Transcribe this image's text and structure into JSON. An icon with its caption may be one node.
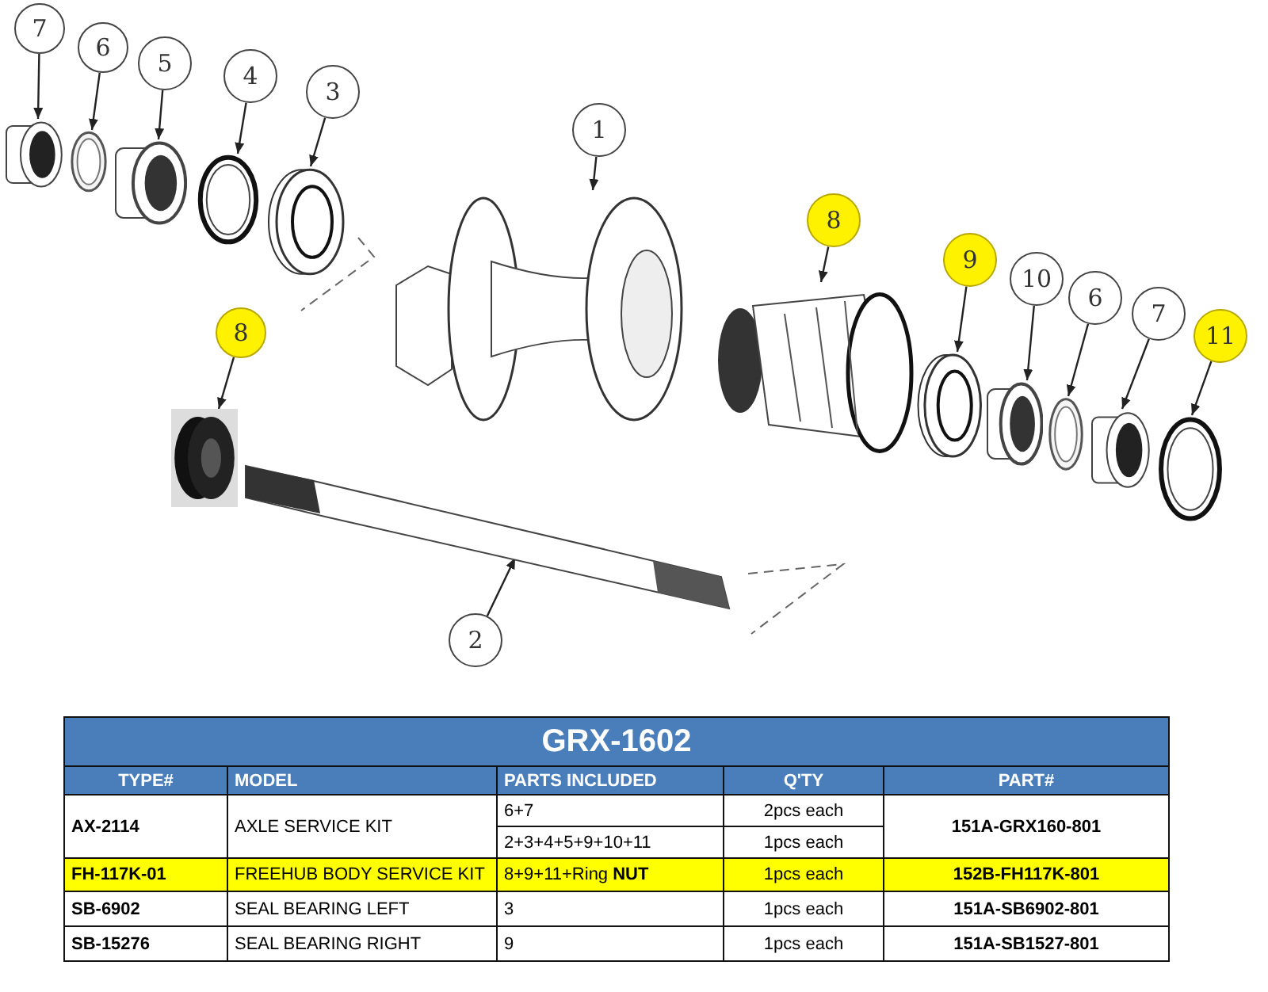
{
  "diagram": {
    "nodes": [
      {
        "text": [
          "7"
        ]
      },
      {
        "text": [
          "6"
        ]
      },
      {
        "text": [
          "5"
        ]
      },
      {
        "text": [
          "4"
        ]
      },
      {
        "text": [
          "3"
        ]
      },
      {
        "text": [
          "1"
        ]
      },
      {
        "text": [
          "8"
        ]
      },
      {
        "text": [
          "2"
        ]
      },
      {
        "text": [
          "8"
        ]
      },
      {
        "text": [
          "9"
        ]
      },
      {
        "text": [
          "10"
        ]
      },
      {
        "text": [
          "6"
        ]
      },
      {
        "text": [
          "7"
        ]
      },
      {
        "text": [
          "11"
        ]
      },
      {
        "text": [],
        "shape": "picture"
      },
      {
        "text": [],
        "shape": "picture"
      },
      {
        "text": [],
        "shape": "picture"
      },
      {
        "text": [],
        "shape": "picture"
      },
      {
        "text": [],
        "shape": "picture"
      },
      {
        "text": [],
        "shape": "picture"
      },
      {
        "text": [],
        "shape": "picture"
      },
      {
        "text": [],
        "shape": "picture"
      },
      {
        "text": [],
        "shape": "picture"
      },
      {
        "text": [],
        "shape": "picture"
      },
      {
        "text": [],
        "shape": "picture"
      },
      {
        "text": [],
        "shape": "picture"
      },
      {
        "text": [],
        "shape": "picture"
      },
      {
        "text": [],
        "shape": "picture"
      }
    ],
    "edges": [
      {
        "from": 0,
        "to": 14,
        "arrow": "to"
      },
      {
        "from": 1,
        "to": 15,
        "arrow": "to"
      },
      {
        "from": 2,
        "to": 16,
        "arrow": "to"
      },
      {
        "from": 3,
        "to": 17,
        "arrow": "to"
      },
      {
        "from": 4,
        "to": 18,
        "arrow": "to"
      },
      {
        "from": 5,
        "to": 19,
        "arrow": "to"
      },
      {
        "from": 6,
        "to": 20,
        "arrow": "to"
      },
      {
        "from": 7,
        "to": 21,
        "arrow": "to"
      },
      {
        "from": 8,
        "to": 22,
        "arrow": "to"
      },
      {
        "from": 9,
        "to": 23,
        "arrow": "to"
      },
      {
        "from": 10,
        "to": 24,
        "arrow": "to"
      },
      {
        "from": 11,
        "to": 25,
        "arrow": "to"
      },
      {
        "from": 12,
        "to": 26,
        "arrow": "to"
      },
      {
        "from": 13,
        "to": 27,
        "arrow": "to"
      }
    ],
    "labels": [
      "GRX-1602",
      "TYPE#",
      "MODEL",
      "PARTS INCLUDED",
      "Q'TY",
      "PART#",
      "AX-2114",
      "AXLE SERVICE KIT",
      "6+7",
      "2pcs each",
      "151A-GRX160-801",
      "2+3+4+5+9+10+11",
      "1pcs each",
      "FH-117K-01",
      "FREEHUB BODY SERVICE KIT",
      "8+9+11+Ring **NUT**",
      "1pcs each",
      "152B-FH117K-801",
      "SB-6902",
      "SEAL BEARING LEFT",
      "3",
      "1pcs each",
      "151A-SB6902-801",
      "SB-15276",
      "SEAL BEARING RIGHT",
      "9",
      "1pcs each",
      "151A-SB1527-801"
    ]
  }
}
